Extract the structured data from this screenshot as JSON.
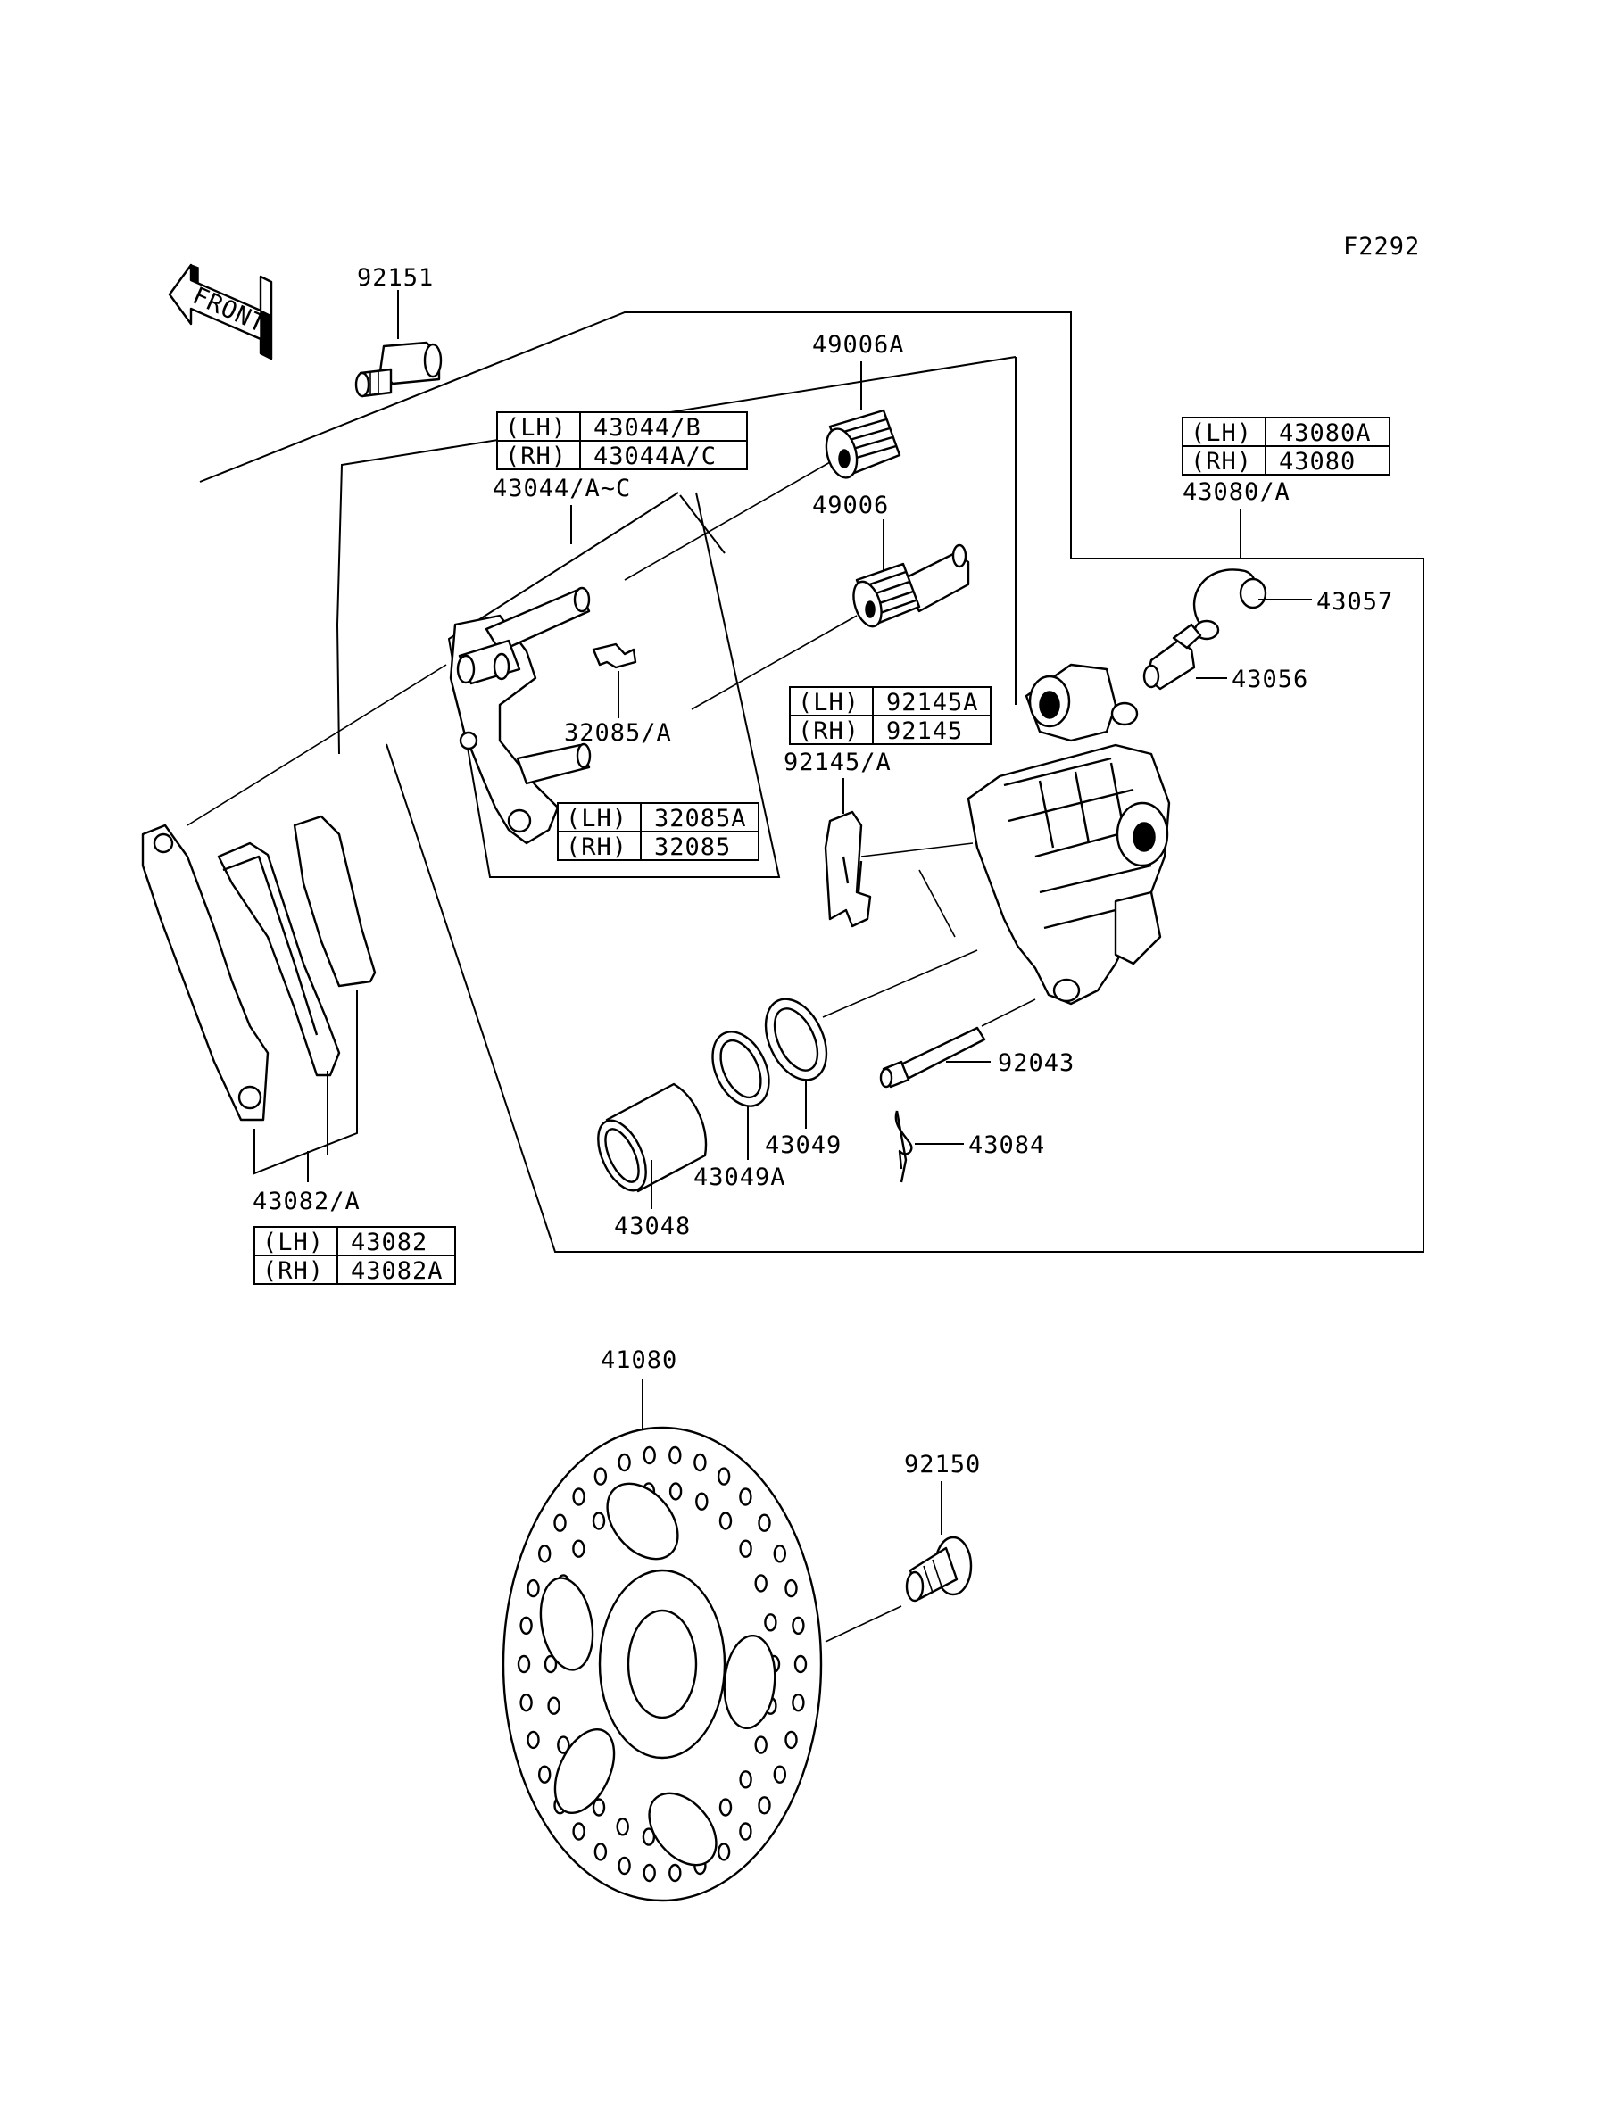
{
  "diagram_code": "F2292",
  "front_arrow": {
    "label": "FRONT",
    "icon": "front-direction-arrow"
  },
  "labels": {
    "p92151": "92151",
    "p49006A": "49006A",
    "p43044": "43044/A~C",
    "p49006": "49006",
    "p32085A": "32085/A",
    "p92145A": "92145/A",
    "p43080A": "43080/A",
    "p43057": "43057",
    "p43056": "43056",
    "p92043": "92043",
    "p43084": "43084",
    "p43049": "43049",
    "p43049A": "43049A",
    "p43048": "43048",
    "p43082A": "43082/A",
    "p41080": "41080",
    "p92150": "92150"
  },
  "tables": {
    "t43044": [
      {
        "side": "(LH)",
        "part": "43044/B"
      },
      {
        "side": "(RH)",
        "part": "43044A/C"
      }
    ],
    "t43080": [
      {
        "side": "(LH)",
        "part": "43080A"
      },
      {
        "side": "(RH)",
        "part": "43080"
      }
    ],
    "t92145": [
      {
        "side": "(LH)",
        "part": "92145A"
      },
      {
        "side": "(RH)",
        "part": "92145"
      }
    ],
    "t32085": [
      {
        "side": "(LH)",
        "part": "32085A"
      },
      {
        "side": "(RH)",
        "part": "32085"
      }
    ],
    "t43082": [
      {
        "side": "(LH)",
        "part": "43082"
      },
      {
        "side": "(RH)",
        "part": "43082A"
      }
    ]
  }
}
